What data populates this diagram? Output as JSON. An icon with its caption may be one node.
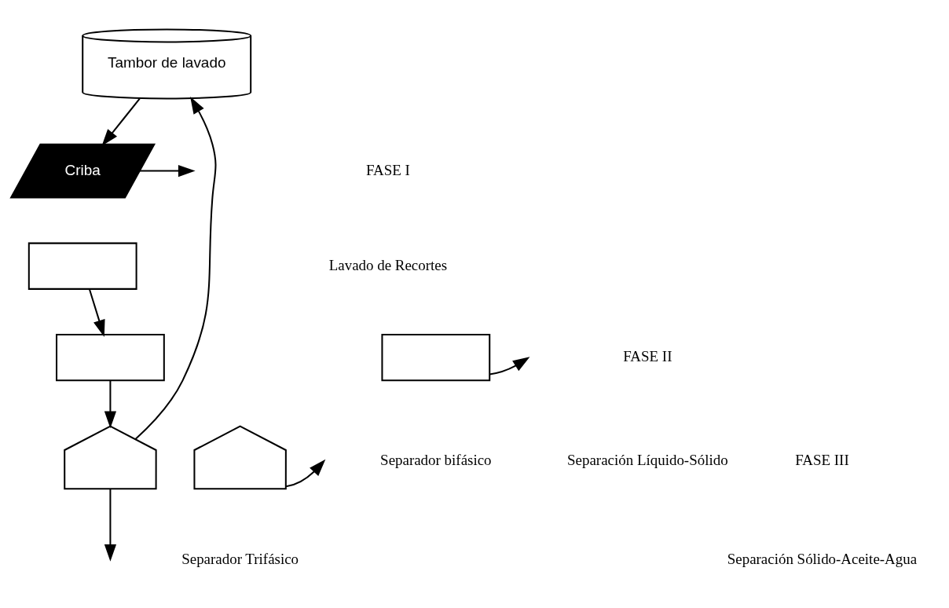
{
  "diagram": {
    "nodes": [
      {
        "text": [
          "Tambor de lavado"
        ]
      },
      {
        "text": [
          "Criba"
        ]
      },
      {
        "text": [],
        "shape": "box"
      },
      {
        "text": [],
        "shape": "box"
      },
      {
        "text": [],
        "shape": "box"
      },
      {
        "text": [],
        "shape": "house"
      },
      {
        "text": [],
        "shape": "house"
      }
    ],
    "edges": [
      {
        "from": 0,
        "to": 1,
        "arrow": "to"
      },
      {
        "from": 1,
        "to": null,
        "arrow": "to"
      },
      {
        "from": 2,
        "to": 3,
        "arrow": "to"
      },
      {
        "from": 4,
        "to": null,
        "arrow": "to"
      },
      {
        "from": 3,
        "to": 5,
        "arrow": "to"
      },
      {
        "from": 6,
        "to": null,
        "arrow": "to"
      },
      {
        "from": 5,
        "to": null,
        "arrow": "to"
      },
      {
        "from": 5,
        "to": 0,
        "arrow": "to"
      }
    ],
    "labels": [
      "FASE I",
      "Lavado de Recortes",
      "FASE II",
      "Separación Líquido-Sólido",
      "Separador bifásico",
      "FASE III",
      "Separación Sólido-Aceite-Agua",
      "Separador Trifásico"
    ]
  }
}
